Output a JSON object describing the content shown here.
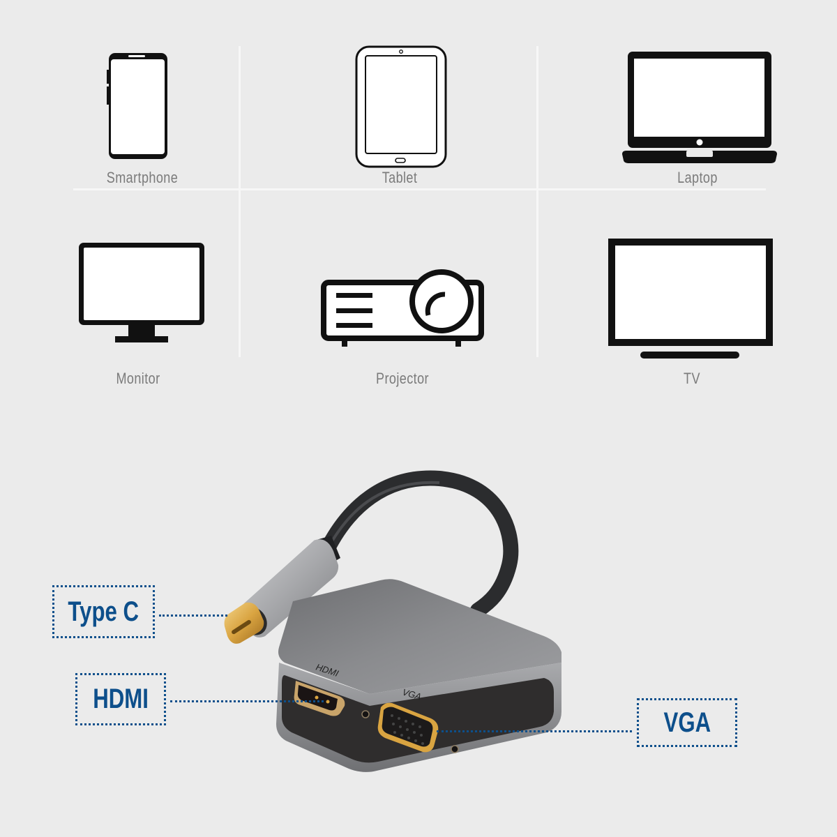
{
  "devices": [
    {
      "id": "smartphone",
      "label": "Smartphone",
      "icon": "smartphone-icon"
    },
    {
      "id": "tablet",
      "label": "Tablet",
      "icon": "tablet-icon"
    },
    {
      "id": "laptop",
      "label": "Laptop",
      "icon": "laptop-icon"
    },
    {
      "id": "monitor",
      "label": "Monitor",
      "icon": "monitor-icon"
    },
    {
      "id": "projector",
      "label": "Projector",
      "icon": "projector-icon"
    },
    {
      "id": "tv",
      "label": "TV",
      "icon": "tv-icon"
    }
  ],
  "adapter": {
    "port_labels": {
      "hdmi": "HDMI",
      "vga": "VGA"
    },
    "callouts": {
      "type_c": "Type C",
      "hdmi": "HDMI",
      "vga": "VGA"
    }
  },
  "colors": {
    "background": "#ebebeb",
    "label_gray": "#7b7b7b",
    "callout_blue": "#0d4f8b",
    "icon_black": "#111111",
    "connector_gold": "#d9a441",
    "adapter_gray": "#8a8b8d"
  }
}
